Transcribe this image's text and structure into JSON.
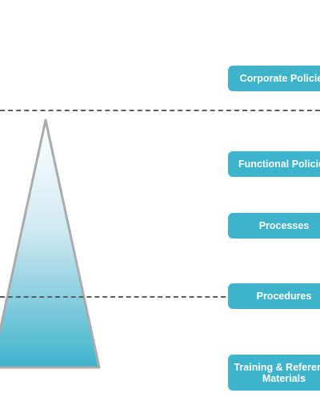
{
  "levels": [
    {
      "label": "Corporate Policies"
    },
    {
      "label": "Functional Policies"
    },
    {
      "label": "Processes"
    },
    {
      "label": "Procedures"
    },
    {
      "label": "Training & Reference\nMaterials"
    }
  ],
  "colors": {
    "box": "#3db3cc",
    "dash": "#5a5f66",
    "pyramid_top": "#ffffff",
    "pyramid_bottom": "#3db3cc",
    "pyramid_outline": "#a9abad"
  }
}
